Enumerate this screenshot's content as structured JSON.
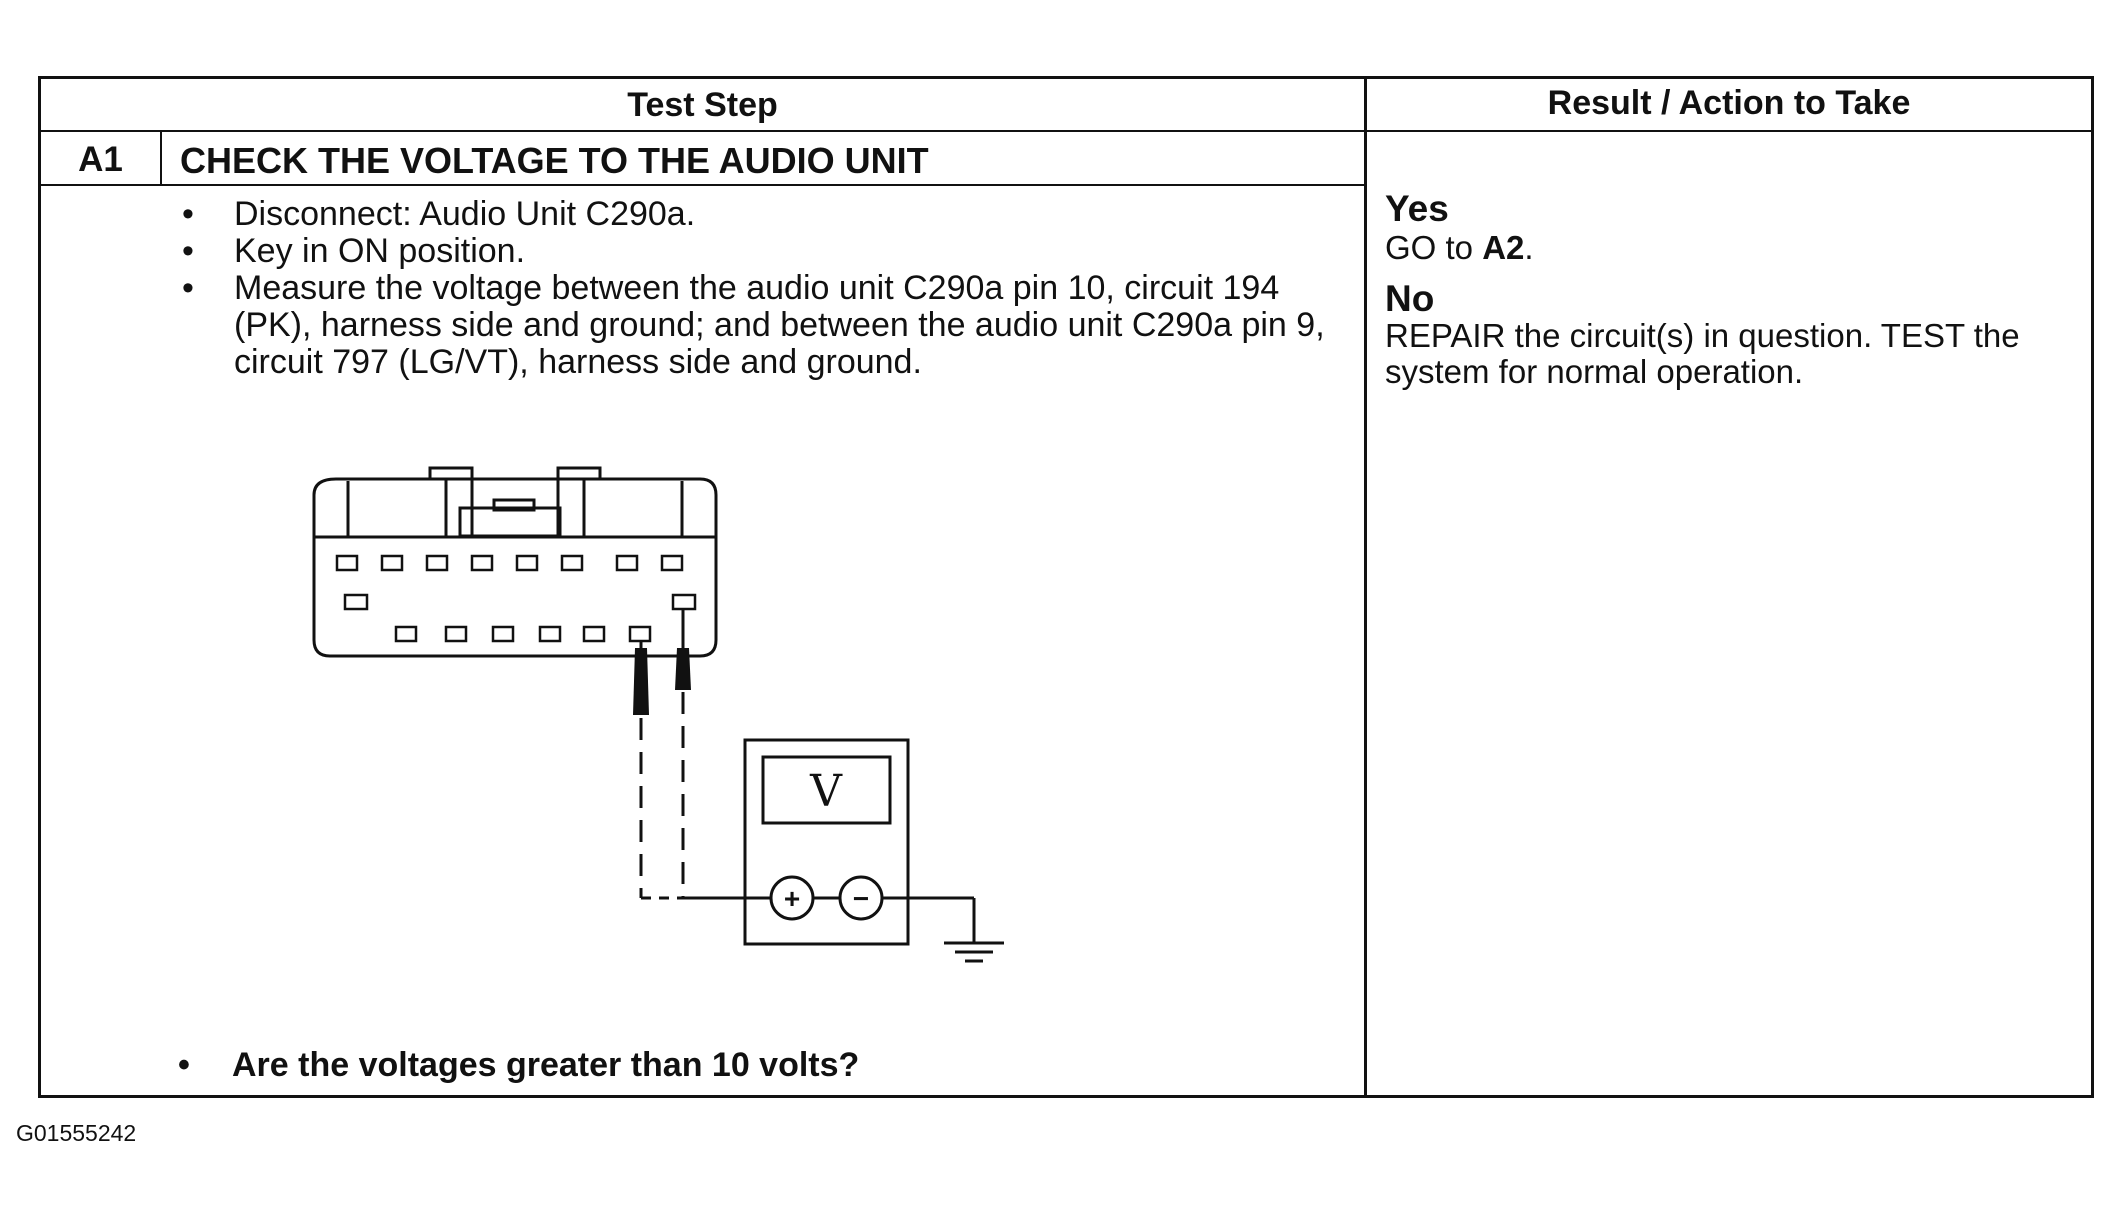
{
  "table": {
    "test_step_header": "Test Step",
    "result_header": "Result / Action to Take",
    "step_id": "A1",
    "step_title": "CHECK THE VOLTAGE TO THE AUDIO UNIT",
    "instructions": [
      "Disconnect: Audio Unit C290a.",
      "Key in ON position.",
      "Measure the voltage between the audio unit C290a pin 10, circuit 194 (PK), harness side and ground; and between the audio unit C290a pin 9, circuit 797 (LG/VT), harness side and ground."
    ],
    "question": "Are the voltages greater than 10 volts?"
  },
  "results": {
    "yes_label": "Yes",
    "yes_action_prefix": "GO to ",
    "yes_action_target": "A2",
    "yes_action_suffix": ".",
    "no_label": "No",
    "no_action": "REPAIR the circuit(s) in question. TEST the system for normal operation."
  },
  "diagram": {
    "meter_symbol": "V",
    "plus_symbol": "+",
    "minus_symbol": "−"
  },
  "figure_id": "G01555242"
}
